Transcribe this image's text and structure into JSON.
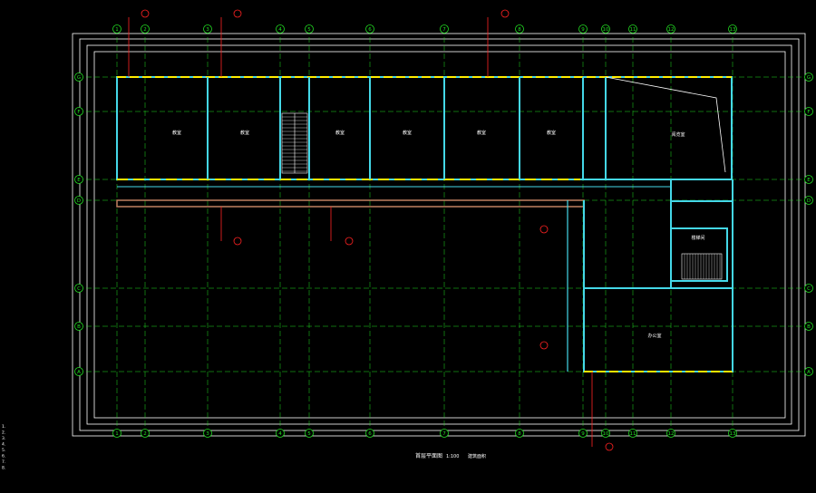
{
  "canvas": {
    "background": "#000000"
  },
  "colors": {
    "frame": "#ffffff",
    "axis": "#22dd22",
    "wall": "#44d8e8",
    "window": "#ffee00",
    "callout": "#ff2222",
    "dimension": "#ffffff",
    "stair": "#ffffff",
    "door": "#ffffff"
  },
  "axes_top": [
    "1",
    "2",
    "3",
    "4",
    "5",
    "6",
    "7",
    "8",
    "9",
    "10",
    "11",
    "12",
    "13"
  ],
  "axes_bottom": [
    "1",
    "2",
    "3",
    "4",
    "5",
    "6",
    "7",
    "8",
    "9",
    "10",
    "11",
    "12",
    "13"
  ],
  "axes_side": [
    "G",
    "F",
    "E",
    "D",
    "C",
    "B",
    "A"
  ],
  "rooms_north": [
    "教室",
    "教室",
    "教室",
    "教室",
    "教室",
    "教室"
  ],
  "rooms_east": [
    "阅览室",
    "楼梯间",
    "办公室"
  ],
  "notes": [
    "1.",
    "2.",
    "3.",
    "4.",
    "5.",
    "6.",
    "7.",
    "8."
  ],
  "title_block": {
    "label": "首层平面图",
    "scale": "1:100",
    "extra": "建筑面积"
  }
}
